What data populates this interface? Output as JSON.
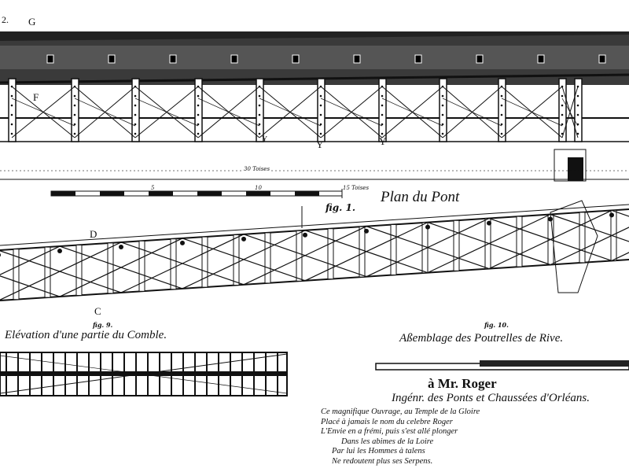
{
  "plate_number": "2.",
  "labels": {
    "G": "G",
    "F": "F",
    "D": "D",
    "C": "C",
    "Y1": "Y",
    "Y2": "Y",
    "Y3": "Y"
  },
  "dimension": "30 Toises",
  "scale": {
    "ticks": [
      "5",
      "10",
      "15 Toises"
    ]
  },
  "fig1": {
    "caption": "fig. 1.",
    "title": "Plan du Pont"
  },
  "fig9": {
    "caption": "fig. 9.",
    "title": "Elévation d'une partie du Comble."
  },
  "fig10": {
    "caption": "fig. 10.",
    "title": "Aßemblage des Poutrelles de Rive."
  },
  "dedication": {
    "line1": "à Mr. Roger",
    "line2": "Ingénr. des Ponts et Chaussées d'Orléans.",
    "poem": [
      "Ce magnifique Ouvrage, au Temple de la Gloire",
      "Placé à jamais le nom du celebre Roger",
      "L'Envie en a frémi, puis s'est allé plonger",
      "Dans les abimes de la Loire",
      "Par lui les Hommes à talens",
      "Ne redoutent plus ses Serpens."
    ]
  }
}
